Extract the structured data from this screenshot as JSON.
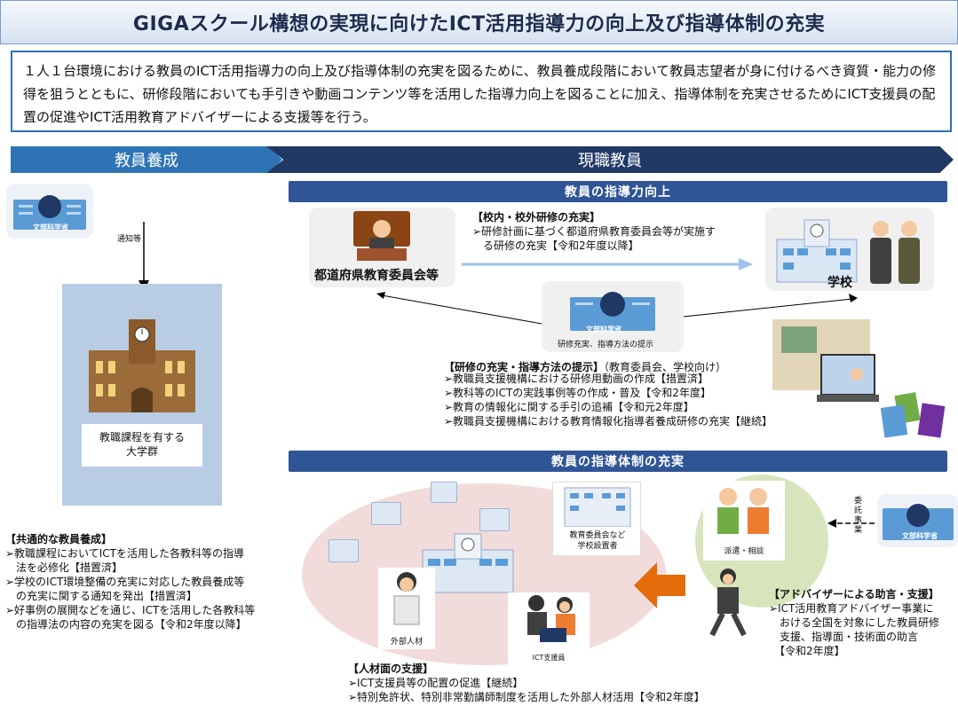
{
  "title": "GIGAスクール構想の実現に向けたICT活用指導力の向上及び指導体制の充実",
  "summary": "１人１台環境における教員のICT活用指導力の向上及び指導体制の充実を図るために、教員養成段階において教員志望者が身に付けるべき資質・能力の修得を狙うとともに、研修段階においても手引きや動画コンテンツ等を活用した指導力向上を図ることに加え、指導体制を充実させるためにICT支援員の配置の促進やICT活用教育アドバイザーによる支援等を行う。",
  "bands": {
    "left": "教員養成",
    "right": "現職教員"
  },
  "left": {
    "mext_label": "文部科学省",
    "notice_label": "通知等",
    "university_label": "教職課程を有する\n大学群",
    "common_title": "【共通的な教員養成】",
    "common_items": [
      "➢教職課程においてICTを活用した各教科等の指導",
      "　法を必修化【措置済】",
      "➢学校のICT環境整備の充実に対応した教員養成等",
      "　の充実に関する通知を発出【措置済】",
      "➢好事例の展開などを通じ、ICTを活用した各教科等",
      "　の指導法の内容の充実を図る【令和2年度以降】"
    ]
  },
  "guidance": {
    "header": "教員の指導力向上",
    "board_label": "都道府県教育委員会等",
    "school_label": "学校",
    "mext_caption": "研修充実、指導方法の提示",
    "training_title": "【校内・校外研修の充実】",
    "training_items": [
      "➢研修計画に基づく都道府県教育委員会等が実施す",
      "　る研修の充実【令和2年度以降】"
    ],
    "methods_title": "【研修の充実・指導方法の提示】",
    "methods_suffix": "（教育委員会、学校向け）",
    "methods_items": [
      "➢教職員支援機構における研修用動画の作成【措置済】",
      "➢教科等のICTの実践事例等の作成・普及【令和2年度】",
      "➢教育の情報化に関する手引の追補【令和元2年度】",
      "➢教職員支援機構における教育情報化指導者養成研修の充実【継続】"
    ]
  },
  "system": {
    "header": "教員の指導体制の充実",
    "board_label": "教育委員会など\n学校設置者",
    "external_label": "外部人材",
    "ict_staff_label": "ICT支援員",
    "dispatch_label": "派遣・相談",
    "commission_label": "委託事業",
    "hr_title": "【人材面の支援】",
    "hr_items": [
      "➢ICT支援員等の配置の促進【継続】",
      "➢特別免許状、特別非常勤講師制度を活用した外部人材活用【令和2年度】"
    ],
    "advisor_title": "【アドバイザーによる助言・支援】",
    "advisor_items": [
      "➢ICT活用教育アドバイザー事業に",
      "　おける全国を対象にした教員研修",
      "　支援、指導面・技術面の助言",
      "　【令和2年度】"
    ]
  },
  "colors": {
    "accent": "#2f5597",
    "orange_arrow": "#e46c0a",
    "pink_oval": "#f2dcdb",
    "green_circle": "#d8e4bc"
  }
}
